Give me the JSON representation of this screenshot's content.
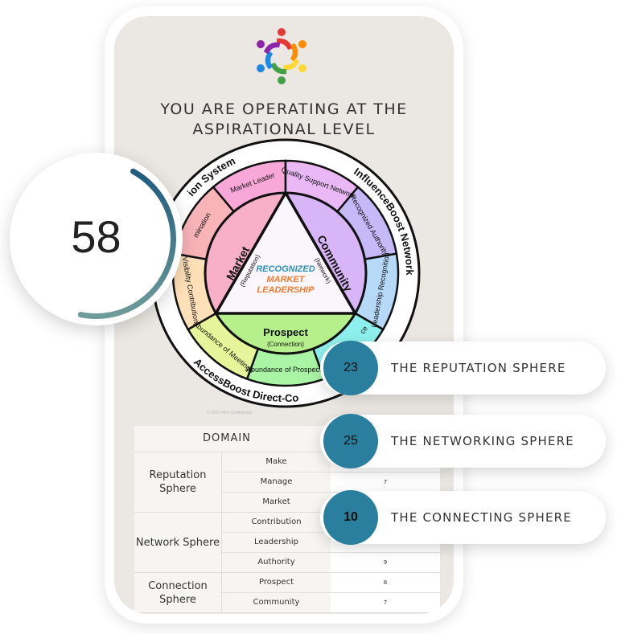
{
  "header": {
    "title_line1": "YOU ARE OPERATING AT THE",
    "title_line2": "ASPIRATIONAL LEVEL",
    "logo_icon": "people-circle-logo"
  },
  "wheel": {
    "outer_labels": {
      "top_left": "ion System",
      "right": "InfluenceBoost Network",
      "bottom": "AccessBoost Direct-Co"
    },
    "segments": [
      "Market Leader",
      "Quality Support Network",
      "Recognized Authority",
      "Leadership Recognition",
      "ce",
      "Abundance of Prospects",
      "Abundance of Meetings",
      "Visibility Contribution",
      "mination"
    ],
    "inner": {
      "market": {
        "title": "Market",
        "sub": "(Reputation)"
      },
      "community": {
        "title": "Community",
        "sub": "(Network)"
      },
      "prospect": {
        "title": "Prospect",
        "sub": "(Connection)"
      }
    },
    "center": [
      "RECOGNIZED",
      "MARKET",
      "LEADERSHIP"
    ],
    "copyright": "© 2023 PEO Confidential"
  },
  "score": {
    "value": "58",
    "fraction": 0.58
  },
  "spheres": [
    {
      "score": "23",
      "label": "THE REPUTATION SPHERE"
    },
    {
      "score": "25",
      "label": "THE NETWORKING SPHERE"
    },
    {
      "score": "10",
      "label": "THE CONNECTING SPHERE"
    }
  ],
  "table": {
    "header": "DOMAIN",
    "groups": [
      {
        "name": "Reputation Sphere",
        "rows": [
          {
            "k": "Make",
            "v": ""
          },
          {
            "k": "Manage",
            "v": "7"
          },
          {
            "k": "Market",
            "v": ""
          }
        ]
      },
      {
        "name": "Network Sphere",
        "rows": [
          {
            "k": "Contribution",
            "v": ""
          },
          {
            "k": "Leadership",
            "v": ""
          },
          {
            "k": "Authority",
            "v": "9"
          }
        ]
      },
      {
        "name": "Connection Sphere",
        "rows": [
          {
            "k": "Prospect",
            "v": "8"
          },
          {
            "k": "Community",
            "v": "7"
          }
        ]
      }
    ]
  },
  "colors": {
    "accent": "#2a7f9e",
    "ring": "#1e5b7e",
    "screen_bg": "#ebe8e3"
  }
}
